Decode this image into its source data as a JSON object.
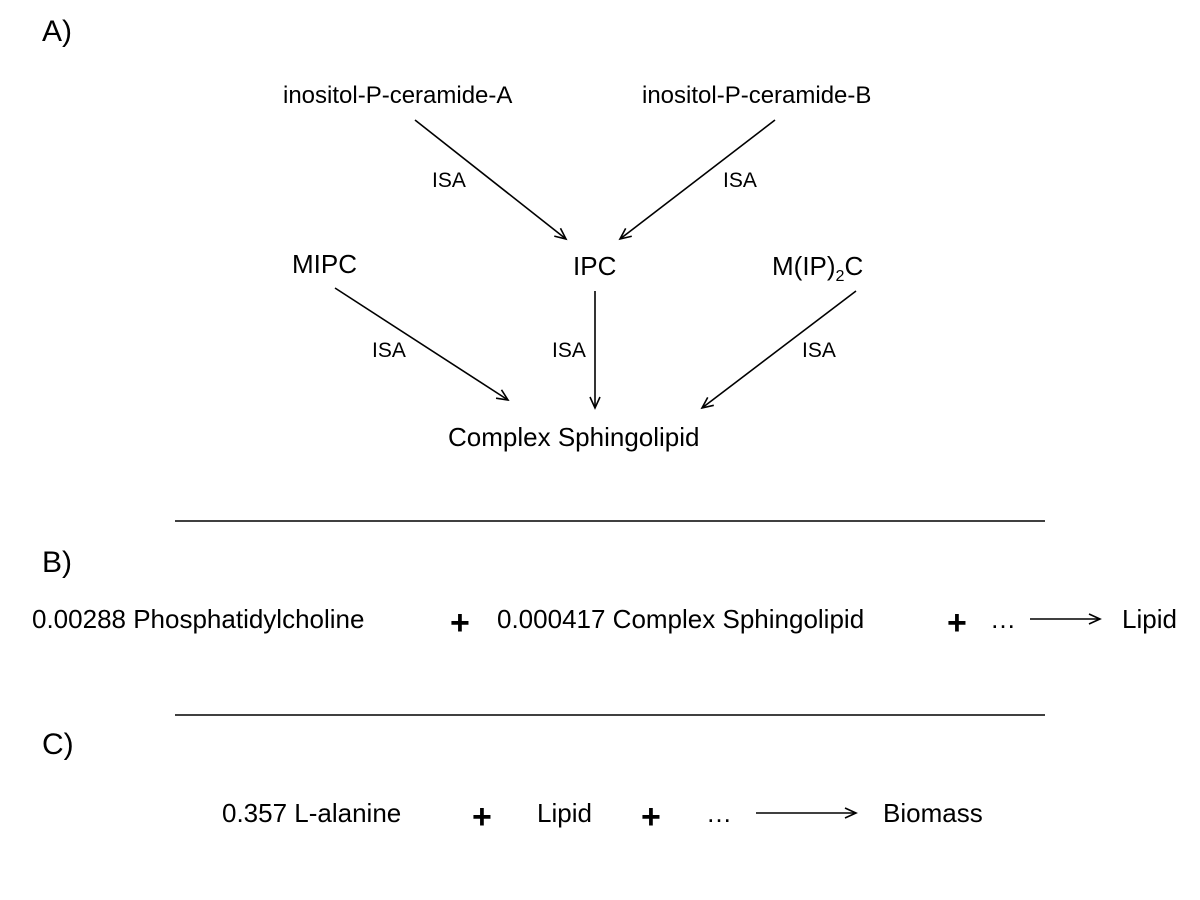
{
  "panels": {
    "a": {
      "label": "A)",
      "nodes": {
        "ipc_a": "inositol-P-ceramide-A",
        "ipc_b": "inositol-P-ceramide-B",
        "mipc": "MIPC",
        "ipc": "IPC",
        "mip2c_prefix": "M(IP)",
        "mip2c_sub": "2",
        "mip2c_suffix": "C",
        "complex": "Complex Sphingolipid"
      },
      "edge_label": "ISA",
      "edges": [
        {
          "from": "inositol-P-ceramide-A",
          "to": "IPC",
          "label": "ISA"
        },
        {
          "from": "inositol-P-ceramide-B",
          "to": "IPC",
          "label": "ISA"
        },
        {
          "from": "MIPC",
          "to": "Complex Sphingolipid",
          "label": "ISA"
        },
        {
          "from": "IPC",
          "to": "Complex Sphingolipid",
          "label": "ISA"
        },
        {
          "from": "M(IP)2C",
          "to": "Complex Sphingolipid",
          "label": "ISA"
        }
      ]
    },
    "b": {
      "label": "B)",
      "term1": "0.00288 Phosphatidylcholine",
      "plus": "+",
      "term2": "0.000417 Complex Sphingolipid",
      "ellipsis": "…",
      "product": "Lipid"
    },
    "c": {
      "label": "C)",
      "term1": "0.357 L-alanine",
      "plus": "+",
      "term2": "Lipid",
      "ellipsis": "…",
      "product": "Biomass"
    }
  }
}
